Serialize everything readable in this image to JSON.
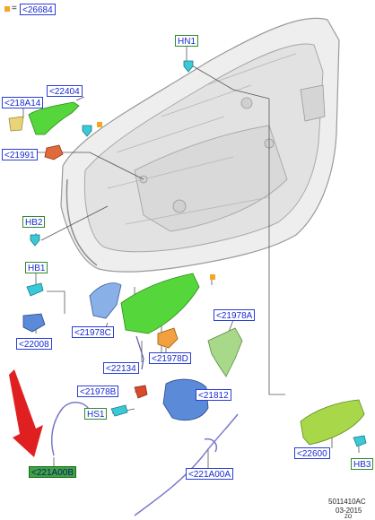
{
  "header": {
    "equals": "=",
    "ref_label": "<26684"
  },
  "colors": {
    "marker": "#f5a623",
    "arrow": "#e02020",
    "label_border_blue": "#2a3fd6",
    "label_border_green": "#2e8b2e",
    "highlight_part": "#55d63a",
    "leader_line": "#555555"
  },
  "labels": {
    "hn1": "HN1",
    "c22404": "<22404",
    "c218a14": "<218A14",
    "c21991": "<21991",
    "hb2": "HB2",
    "hb1": "HB1",
    "c22008": "<22008",
    "c21978c": "<21978C",
    "c21978a": "<21978A",
    "c22134": "<22134",
    "c21978d": "<21978D",
    "c21978b": "<21978B",
    "c21812": "<21812",
    "hs1": "HS1",
    "c221a00b": "<221A00B",
    "c221a00a": "<221A00A",
    "c22600": "<22600",
    "hb3": "HB3"
  },
  "footer": {
    "code": "5011410AC",
    "date": "03-2015",
    "extra": "ZO"
  }
}
